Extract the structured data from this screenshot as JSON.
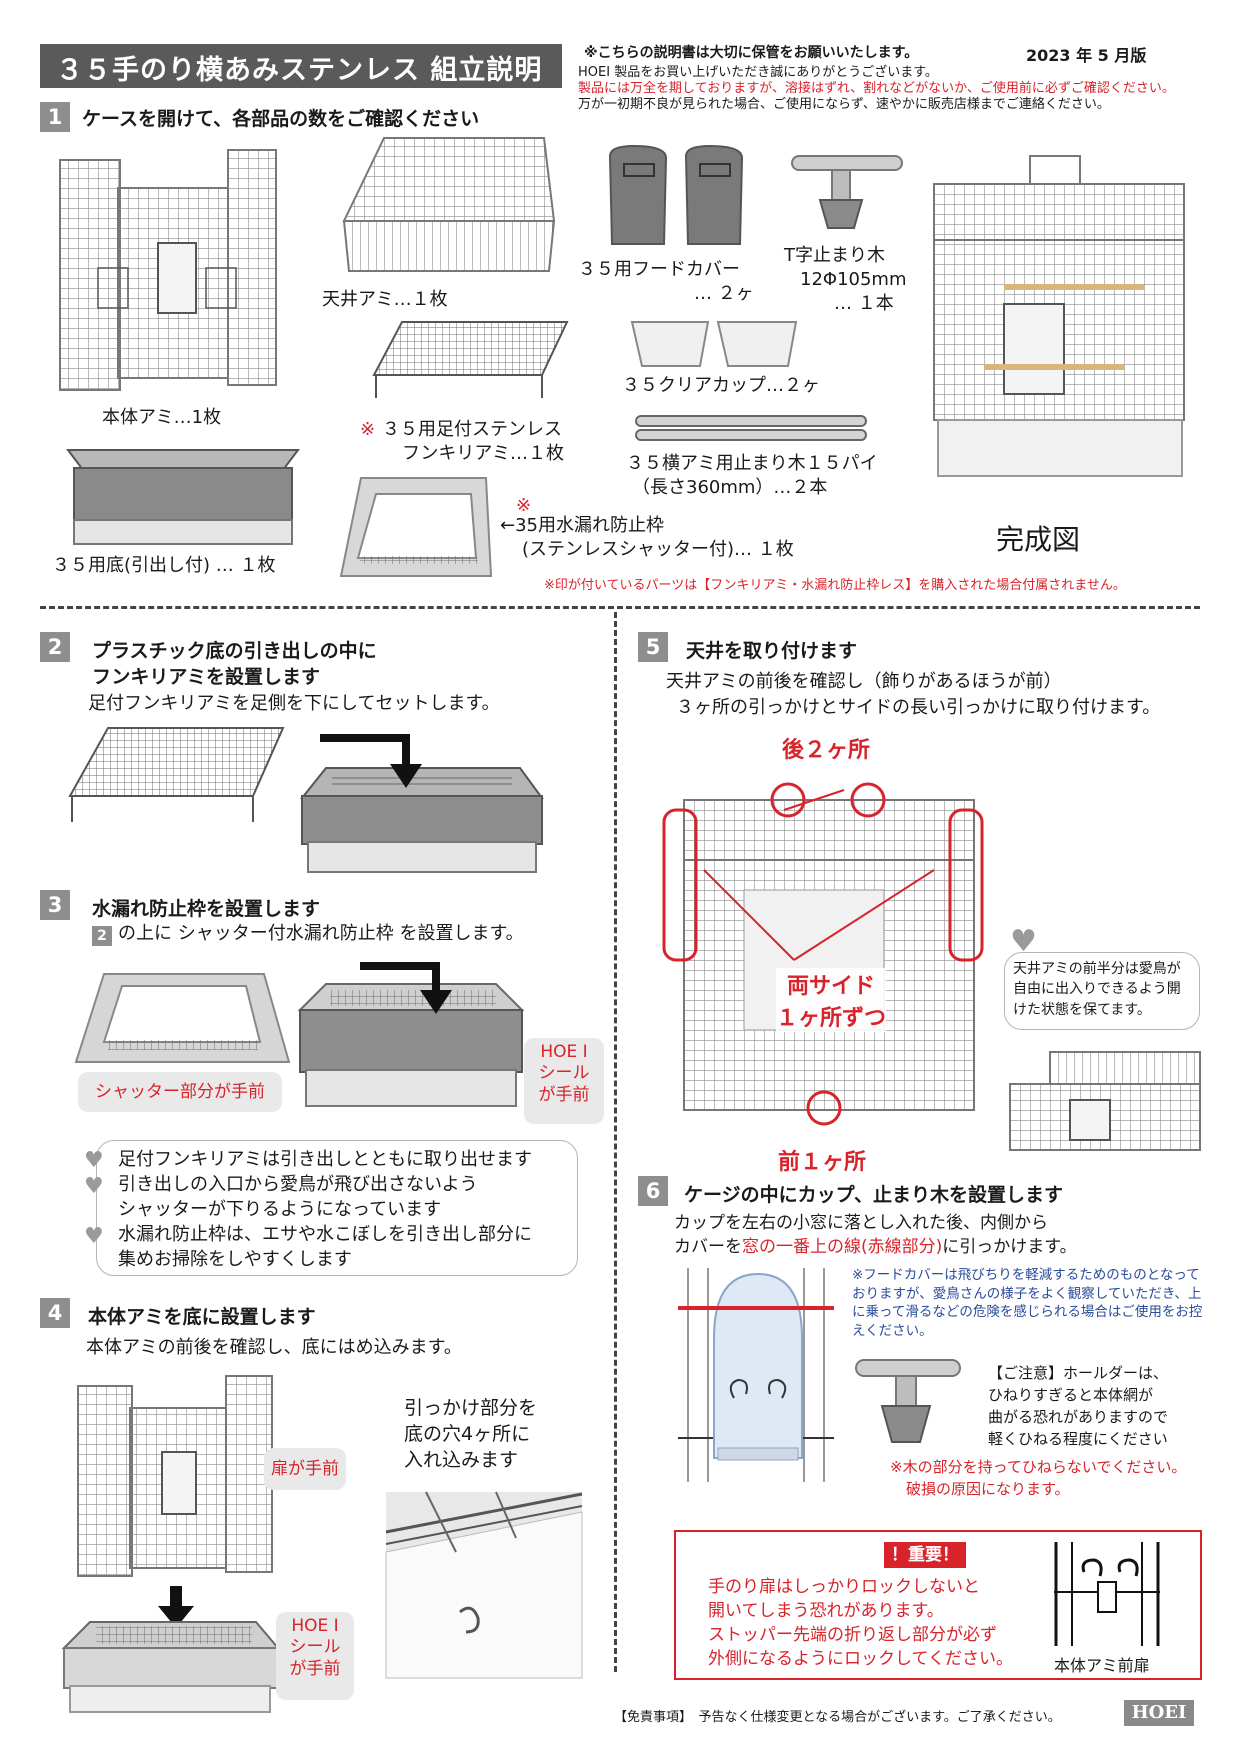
{
  "header": {
    "title": "３５手のり横あみステンレス 組立説明書",
    "notice_keep": "※こちらの説明書は大切に保管をお願いいたします。",
    "date": "2023 年 5 月版",
    "thanks": "HOEI 製品をお買い上げいただき誠にありがとうございます。",
    "check_red": "製品には万全を期しておりますが、溶接はずれ、割れなどがないか、ご使用前に必ずご確認ください。",
    "defect": "万が一初期不良が見られた場合、ご使用にならず、速やかに販売店様までご連絡ください。"
  },
  "step1": {
    "num": "1",
    "title": "ケースを開けて、各部品の数をご確認ください",
    "parts": {
      "body_mesh": "本体アミ…1枚",
      "ceiling_mesh": "天井アミ…１枚",
      "floor_mesh_mark": "※",
      "floor_mesh_l1": "３５用足付ステンレス",
      "floor_mesh_l2": "フンキリアミ…１枚",
      "base": "３５用底(引出し付) …  １枚",
      "guard_mark": "※",
      "guard_l1": "←35用水漏れ防止枠",
      "guard_l2": "(ステンレスシャッター付)…  １枚",
      "hood_l1": "３５用フードカバー",
      "hood_l2": "… ２ヶ",
      "tperch_l1": "T字止まり木",
      "tperch_l2": "12Φ105mm",
      "tperch_l3": "…  １本",
      "clear_cup": "３５クリアカップ…２ヶ",
      "perch_l1": "３５横アミ用止まり木１５パイ",
      "perch_l2": "（長さ360mm）…２本",
      "finished": "完成図",
      "footnote": "※印が付いているパーツは【フンキリアミ・水漏れ防止枠レス】を購入された場合付属されません。"
    }
  },
  "step2": {
    "num": "2",
    "title_l1": "プラスチック底の引き出しの中に",
    "title_l2": "フンキリアミを設置します",
    "desc": "足付フンキリアミを足側を下にしてセットします。"
  },
  "step3": {
    "num": "3",
    "title": "水漏れ防止枠を設置します",
    "ref": "2",
    "desc": "の上に シャッター付水漏れ防止枠 を設置します。",
    "tag_shutter": "シャッター部分が手前",
    "tag_hoei_l1": "HOE I",
    "tag_hoei_l2": "シール",
    "tag_hoei_l3": "が手前",
    "notes": [
      "足付フンキリアミは引き出しとともに取り出せます",
      "引き出しの入口から愛鳥が飛び出さないよう",
      "シャッターが下りるようになっています",
      "水漏れ防止枠は、エサや水こぼしを引き出し部分に",
      "集めお掃除をしやすくします"
    ]
  },
  "step4": {
    "num": "4",
    "title": "本体アミを底に設置します",
    "desc": "本体アミの前後を確認し、底にはめ込みます。",
    "tag_door": "扉が手前",
    "tag_hoei_l1": "HOE I",
    "tag_hoei_l2": "シール",
    "tag_hoei_l3": "が手前",
    "hook_l1": "引っかけ部分を",
    "hook_l2": "底の穴4ヶ所に",
    "hook_l3": "入れ込みます"
  },
  "step5": {
    "num": "5",
    "title": "天井を取り付けます",
    "desc_l1": "天井アミの前後を確認し（飾りがあるほうが前）",
    "desc_l2": "３ヶ所の引っかけとサイドの長い引っかけに取り付けます。",
    "back_label": "後２ヶ所",
    "sides_l1": "両サイド",
    "sides_l2": "１ヶ所ずつ",
    "front_label": "前１ヶ所",
    "bubble": "天井アミの前半分は愛鳥が自由に出入りできるよう開けた状態を保てます。"
  },
  "step6": {
    "num": "6",
    "title": "ケージの中にカップ、止まり木を設置します",
    "desc_l1": "カップを左右の小窓に落とし入れた後、内側から",
    "desc_l2a": "カバーを",
    "desc_l2b": "窓の一番上の線(赤線部分)",
    "desc_l2c": "に引っかけます。",
    "hood_note": "※フードカバーは飛びちりを軽減するためのものとなっておりますが、愛鳥さんの様子をよく観察していただき、上に乗って滑るなどの危険を感じられる場合はご使用をお控えください。",
    "caution_l1": "【ご注意】ホールダーは、",
    "caution_l2": "ひねりすぎると本体網が",
    "caution_l3": "曲がる恐れがありますので",
    "caution_l4": "軽くひねる程度にください",
    "caution_red_l1": "※木の部分を持ってひねらないでください。",
    "caution_red_l2": "破損の原因になります。"
  },
  "important": {
    "label": "！重要！",
    "l1": "手のり扉はしっかりロックしないと",
    "l2": "開いてしまう恐れがあります。",
    "l3": "ストッパー先端の折り返し部分が必ず",
    "l4": "外側になるようにロックしてください。",
    "caption": "本体アミ前扉"
  },
  "footer": {
    "disclaimer": "【免責事項】　予告なく仕様変更となる場合がございます。ご了承ください。",
    "logo": "HOEI"
  },
  "colors": {
    "accent_red": "#d8232a",
    "note_blue": "#2a4b9b",
    "step_gray": "#8e8e8e",
    "title_gray": "#5a5a5a"
  }
}
